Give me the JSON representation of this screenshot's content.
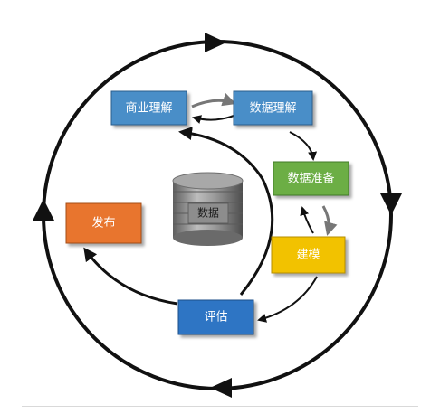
{
  "diagram": {
    "nodes": {
      "business_understanding": "商业理解",
      "data_understanding": "数据理解",
      "data_preparation": "数据准备",
      "modeling": "建模",
      "evaluation": "评估",
      "deployment": "发布",
      "data_store": "数据"
    },
    "colors": {
      "business_understanding": "#4a8ec8",
      "data_understanding": "#4a8ec8",
      "data_preparation": "#6cae45",
      "modeling": "#f2c200",
      "evaluation": "#2f75c4",
      "deployment": "#e8742e",
      "data_store": "#8f8f8f"
    }
  }
}
